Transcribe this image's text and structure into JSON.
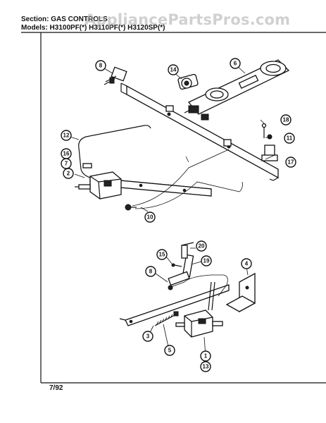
{
  "header": {
    "section_line": "Section: GAS CONTROLS",
    "models_line": "Models: H3100PF(*)   H3110PF(*)   H3120SP(*)"
  },
  "watermark": "AppliancePartsPros.com",
  "footer_date": "7/92",
  "callouts": [
    "8",
    "14",
    "6",
    "12",
    "18",
    "11",
    "16",
    "7",
    "2",
    "17",
    "10",
    "15",
    "20",
    "19",
    "8",
    "4",
    "3",
    "5",
    "1",
    "13"
  ]
}
